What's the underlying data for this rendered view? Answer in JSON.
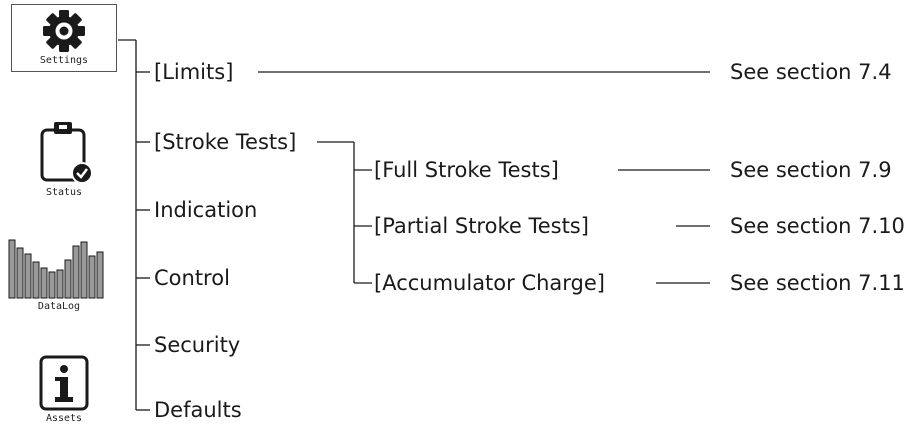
{
  "icons": [
    {
      "name": "settings-icon",
      "caption": "Settings",
      "selected": true
    },
    {
      "name": "status-icon",
      "caption": "Status",
      "selected": false
    },
    {
      "name": "data-log-icon",
      "caption": "DataLog",
      "selected": false
    },
    {
      "name": "assets-icon",
      "caption": "Assets",
      "selected": false
    }
  ],
  "menu": {
    "items": [
      "[Limits]",
      "[Stroke Tests]",
      "Indication",
      "Control",
      "Security",
      "Defaults"
    ],
    "submenu": [
      "[Full Stroke Tests]",
      "[Partial Stroke Tests]",
      "[Accumulator Charge]"
    ]
  },
  "references": {
    "limits": "See section 7.4",
    "full_stroke": "See section 7.9",
    "partial_stroke": "See section 7.10",
    "accumulator": "See section 7.11"
  },
  "colors": {
    "ink": "#1a1a1a",
    "selected_frame": "#555555",
    "bars": "#9a9a9a"
  }
}
